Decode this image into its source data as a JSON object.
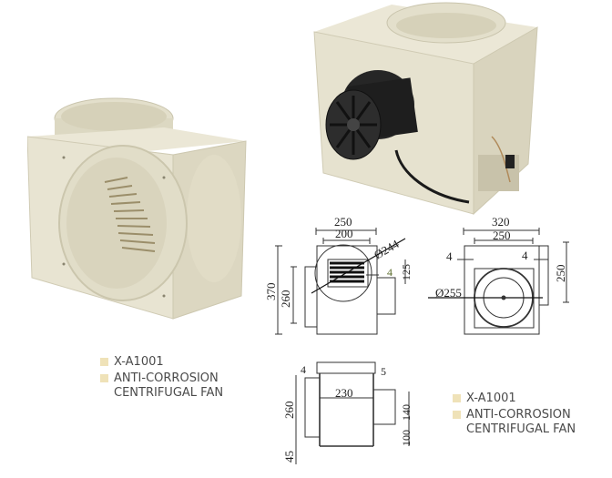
{
  "product": {
    "model": "X-A1001",
    "name": "ANTI-CORROSION\nCENTRIFUGAL FAN"
  },
  "legend_left": {
    "items": [
      {
        "label": "X-A1001"
      },
      {
        "label": "ANTI-CORROSION\nCENTRIFUGAL FAN"
      }
    ],
    "swatch_color": "#efe2b8"
  },
  "legend_right": {
    "items": [
      {
        "label": "X-A1001"
      },
      {
        "label": "ANTI-CORROSION\nCENTRIFUGAL FAN"
      }
    ],
    "swatch_color": "#efe2b8"
  },
  "photos": {
    "front_view": "fan-photo-inlet-side",
    "rear_view": "fan-photo-motor-side"
  },
  "drawings": {
    "side_view": {
      "dim_outer_width": "250",
      "dim_inner_width": "200",
      "dim_diameter": "Ø244",
      "dim_gap": "4",
      "dim_outlet_offset": "125",
      "dim_total_height": "370",
      "dim_body_height": "260"
    },
    "front_view": {
      "dim_outer_width": "320",
      "dim_inner_width": "250",
      "dim_left_gap": "4",
      "dim_right_gap": "4",
      "dim_diameter": "Ø255",
      "dim_height": "250"
    },
    "bottom_view": {
      "dim_left_gap": "4",
      "dim_right_gap": "5",
      "dim_width": "230",
      "dim_height": "260",
      "dim_base": "45",
      "dim_motor_height": "140",
      "dim_motor_offset": "100"
    }
  },
  "colors": {
    "fan_body": "#e6e2cf",
    "fan_shadow": "#cfcab3",
    "motor": "#1e1e1e",
    "line": "#222222"
  }
}
